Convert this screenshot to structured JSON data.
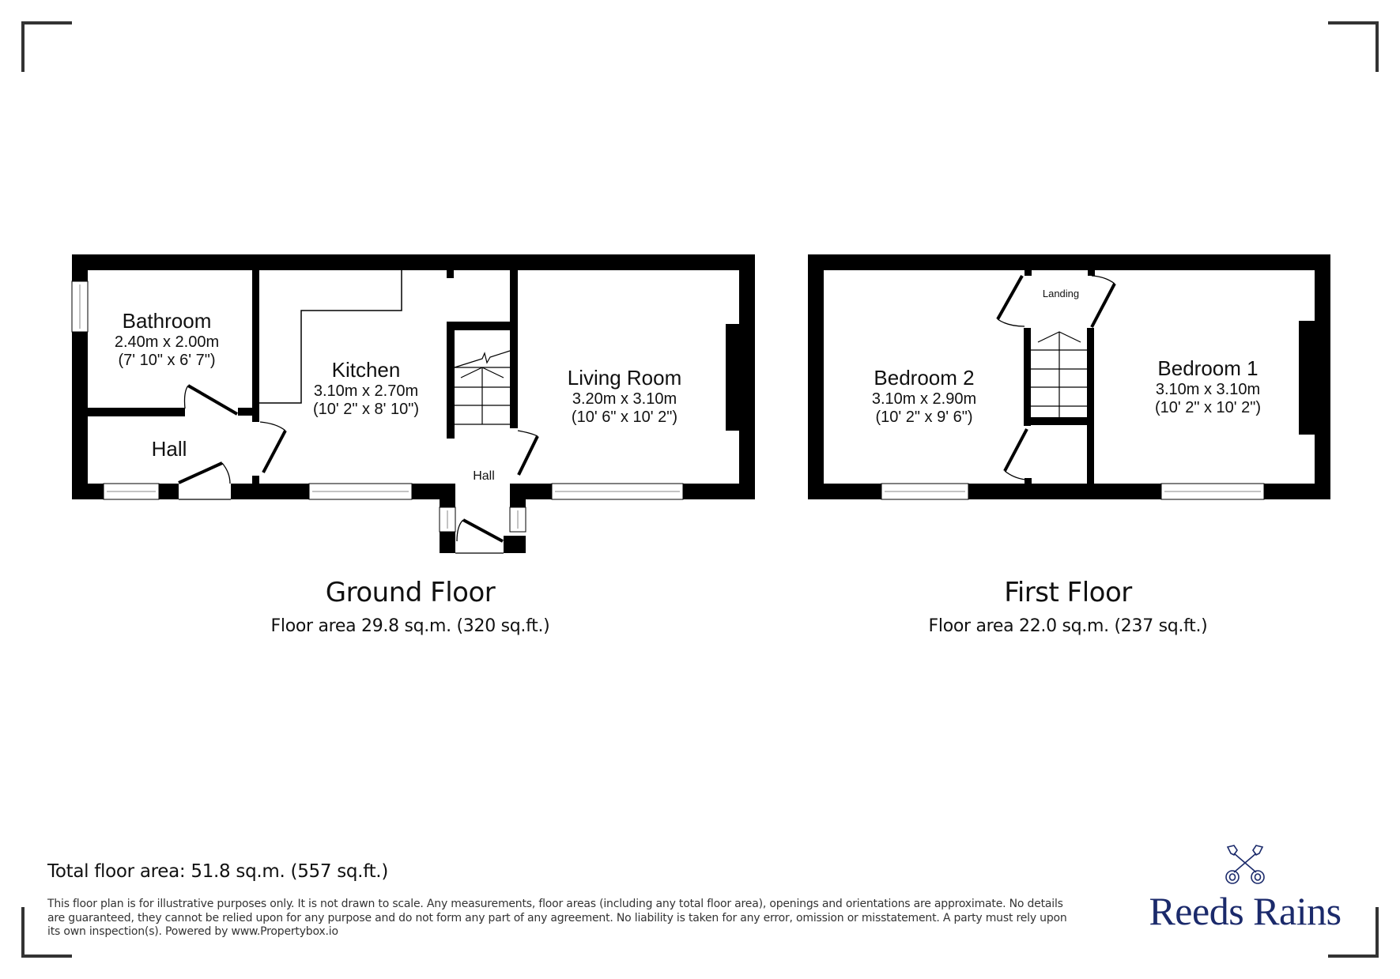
{
  "ground_floor": {
    "title": "Ground Floor",
    "area": "Floor area 29.8 sq.m. (320 sq.ft.)",
    "rooms": [
      {
        "name": "Bathroom",
        "metric": "2.40m x 2.00m",
        "imperial": "(7' 10\" x 6' 7\")"
      },
      {
        "name": "Kitchen",
        "metric": "3.10m x 2.70m",
        "imperial": "(10' 2\" x 8' 10\")"
      },
      {
        "name": "Living Room",
        "metric": "3.20m x 3.10m",
        "imperial": "(10' 6\" x 10' 2\")"
      },
      {
        "name": "Hall"
      },
      {
        "name": "Hall"
      }
    ]
  },
  "first_floor": {
    "title": "First Floor",
    "area": "Floor area 22.0 sq.m. (237 sq.ft.)",
    "rooms": [
      {
        "name": "Bedroom 2",
        "metric": "3.10m x 2.90m",
        "imperial": "(10' 2\" x 9' 6\")"
      },
      {
        "name": "Bedroom 1",
        "metric": "3.10m x 3.10m",
        "imperial": "(10' 2\" x 10' 2\")"
      },
      {
        "name": "Landing"
      }
    ]
  },
  "footer": {
    "total_area": "Total floor area: 51.8 sq.m. (557 sq.ft.)",
    "disclaimer": "This floor plan is for illustrative purposes only. It is not drawn to scale. Any measurements, floor areas (including any total floor area), openings and orientations are approximate. No details are guaranteed, they cannot be relied upon for any purpose and do not form any part of any agreement. No liability is taken for any error, omission or misstatement. A party must rely upon its own inspection(s). Powered by www.Propertybox.io"
  },
  "brand": {
    "name": "Reeds Rains",
    "icon": "crossed-keys-icon",
    "color": "#1b2a6b"
  }
}
